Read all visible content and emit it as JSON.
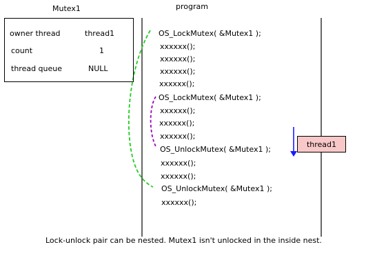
{
  "mutex": {
    "title": "Mutex1",
    "fields": [
      {
        "label": "owner thread",
        "value": "thread1"
      },
      {
        "label": "count",
        "value": "1"
      },
      {
        "label": "thread queue",
        "value": "NULL"
      }
    ]
  },
  "program": {
    "title": "program",
    "lines": [
      "OS_LockMutex( &Mutex1 );",
      "xxxxxx();",
      "xxxxxx();",
      "xxxxxx();",
      "xxxxxx();",
      "OS_LockMutex( &Mutex1 );",
      "xxxxxx();",
      "xxxxxx();",
      "xxxxxx();",
      "OS_UnlockMutex( &Mutex1 );",
      "xxxxxx();",
      "xxxxxx();",
      "OS_UnlockMutex( &Mutex1 );",
      "xxxxxx();"
    ]
  },
  "thread": {
    "label": "thread1"
  },
  "caption": "Lock-unlock pair can be nested. Mutex1 isn't unlocked in the inside nest.",
  "colors": {
    "outer_pair": "#22cc22",
    "inner_pair": "#9900bb",
    "execution_arrow": "#1a1aff",
    "thread_fill": "#f8c8c8"
  }
}
